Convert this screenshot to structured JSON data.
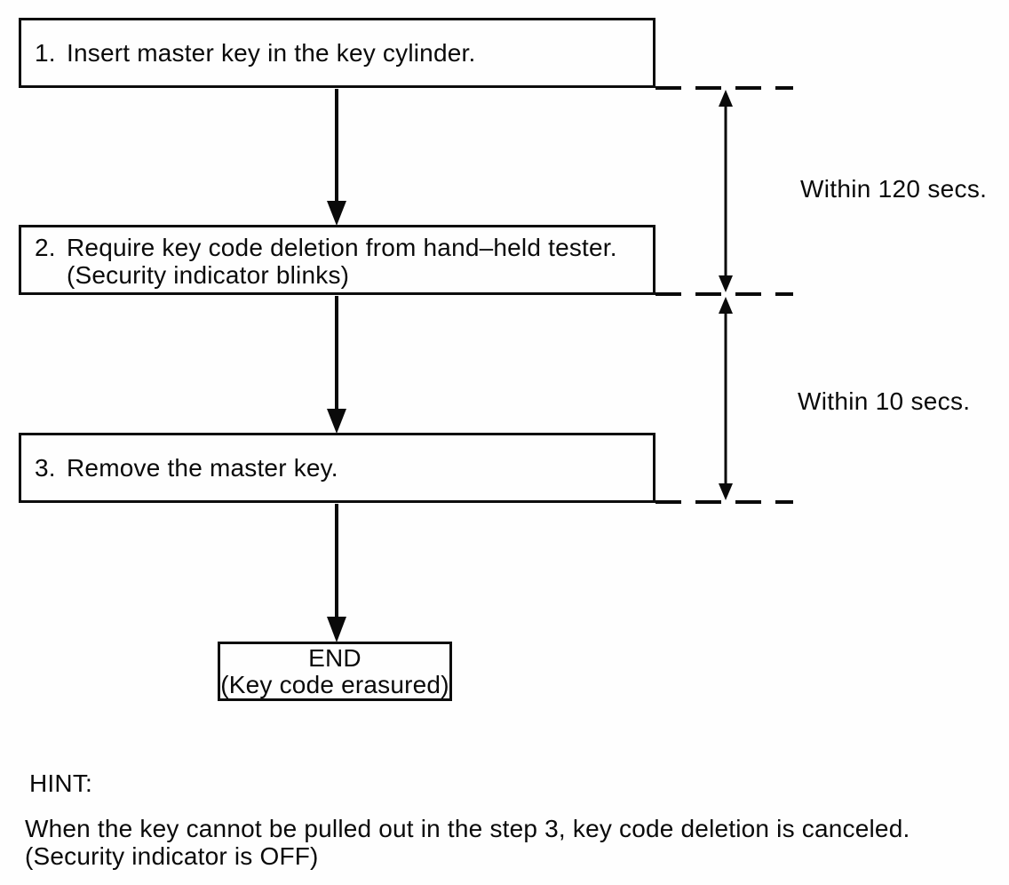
{
  "flowchart": {
    "steps": [
      {
        "number": "1.",
        "lines": [
          "Insert master key in the key cylinder."
        ]
      },
      {
        "number": "2.",
        "lines": [
          "Require key code deletion from hand–held tester.",
          "(Security indicator blinks)"
        ]
      },
      {
        "number": "3.",
        "lines": [
          "Remove the master key."
        ]
      }
    ],
    "end": {
      "title": "END",
      "subtitle": "(Key code erasured)"
    },
    "timing_labels": [
      {
        "text": "Within 120 secs."
      },
      {
        "text": "Within 10 secs."
      }
    ]
  },
  "hint": {
    "heading": "HINT:",
    "lines": [
      "When the key cannot be pulled out in the step 3, key code deletion is canceled.",
      "(Security indicator is OFF)"
    ]
  },
  "colors": {
    "ink": "#0a0a0a",
    "paper": "#fefefe"
  }
}
